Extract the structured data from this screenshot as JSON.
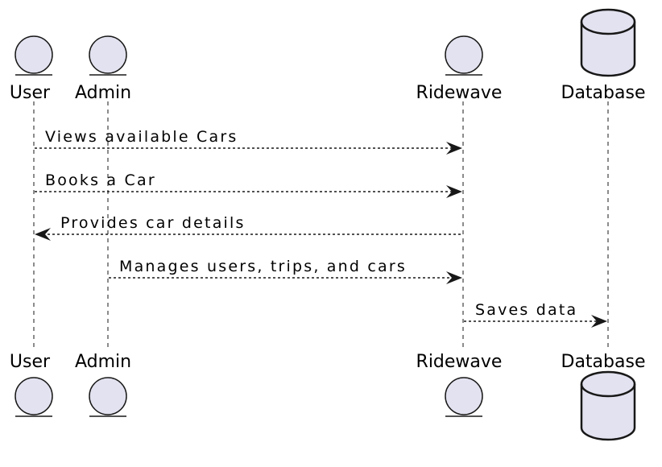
{
  "participants": [
    {
      "id": "user",
      "name": "User",
      "kind": "entity"
    },
    {
      "id": "admin",
      "name": "Admin",
      "kind": "entity"
    },
    {
      "id": "ridewave",
      "name": "Ridewave",
      "kind": "entity"
    },
    {
      "id": "database",
      "name": "Database",
      "kind": "database"
    }
  ],
  "messages": [
    {
      "from": "user",
      "to": "ridewave",
      "label": "Views available Cars"
    },
    {
      "from": "user",
      "to": "ridewave",
      "label": "Books a Car"
    },
    {
      "from": "ridewave",
      "to": "user",
      "label": "Provides car details"
    },
    {
      "from": "admin",
      "to": "ridewave",
      "label": "Manages users, trips, and cars"
    },
    {
      "from": "ridewave",
      "to": "database",
      "label": "Saves data"
    }
  ],
  "colors": {
    "participant_fill": "#e2e2f0",
    "line": "#181818",
    "text": "#000000",
    "background": "#ffffff"
  }
}
